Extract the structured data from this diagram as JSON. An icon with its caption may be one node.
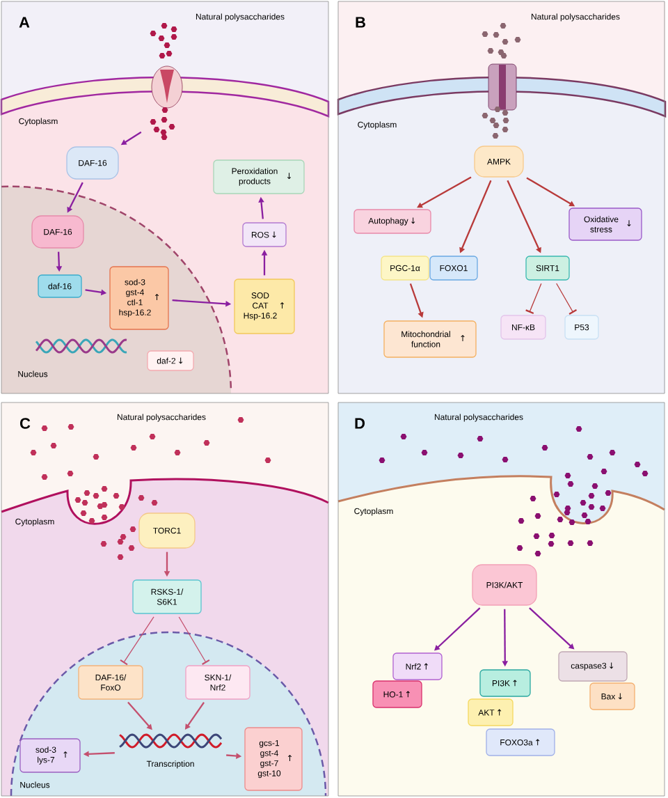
{
  "diagram": {
    "nodes": [
      {
        "text": [
          "A",
          "Natural polysaccharides",
          "Cytoplasm",
          "Nucleus"
        ]
      },
      {
        "text": [
          "DAF-16"
        ],
        "in": 0
      },
      {
        "text": [
          "DAF-16"
        ],
        "in": 0
      },
      {
        "text": [
          "daf-16"
        ],
        "in": 0
      },
      {
        "text": [
          "sod-3 gst-4 ctl-1 hsp-16.2",
          "↑"
        ],
        "in": 0
      },
      {
        "text": [
          "SOD CAT Hsp-16.2",
          "↑"
        ],
        "in": 0
      },
      {
        "text": [
          "ROS",
          "↓"
        ],
        "in": 0
      },
      {
        "text": [
          "Peroxidation products",
          "↓"
        ],
        "in": 0
      },
      {
        "text": [
          "daf-2",
          "↓"
        ],
        "in": 0
      },
      {
        "text": [
          "B",
          "Natural polysaccharides",
          "Cytoplasm"
        ]
      },
      {
        "text": [
          "AMPK"
        ],
        "in": 9
      },
      {
        "text": [
          "Autophagy",
          "↓"
        ],
        "in": 9
      },
      {
        "text": [
          "PGC-1α"
        ],
        "in": 9
      },
      {
        "text": [
          "FOXO1"
        ],
        "in": 9
      },
      {
        "text": [
          "SIRT1"
        ],
        "in": 9
      },
      {
        "text": [
          "Oxidative stress",
          "↓"
        ],
        "in": 9
      },
      {
        "text": [
          "Mitochondrial function",
          "↑"
        ],
        "in": 9
      },
      {
        "text": [
          "NF-κB"
        ],
        "in": 9
      },
      {
        "text": [
          "P53"
        ],
        "in": 9
      },
      {
        "text": [
          "C",
          "Natural polysaccharides",
          "Cytoplasm",
          "Nucleus"
        ]
      },
      {
        "text": [
          "TORC1"
        ],
        "in": 19
      },
      {
        "text": [
          "RSKS-1/ S6K1"
        ],
        "in": 19
      },
      {
        "text": [
          "DAF-16/ FoxO"
        ],
        "in": 19
      },
      {
        "text": [
          "SKN-1/ Nrf2"
        ],
        "in": 19
      },
      {
        "text": [
          "Transcription"
        ],
        "in": 19
      },
      {
        "text": [
          "sod-3 lys-7",
          "↑"
        ],
        "in": 19
      },
      {
        "text": [
          "gcs-1 gst-4 gst-7 gst-10",
          "↑"
        ],
        "in": 19
      },
      {
        "text": [
          "D",
          "Natural polysaccharides",
          "Cytoplasm"
        ]
      },
      {
        "text": [
          "PI3K/AKT"
        ],
        "in": 27
      },
      {
        "text": [
          "Nrf2",
          "↑"
        ],
        "in": 27
      },
      {
        "text": [
          "HO-1",
          "↑"
        ],
        "in": 27
      },
      {
        "text": [
          "PI3K",
          "↑"
        ],
        "in": 27
      },
      {
        "text": [
          "AKT",
          "↑"
        ],
        "in": 27
      },
      {
        "text": [
          "FOXO3a",
          "↑"
        ],
        "in": 27
      },
      {
        "text": [
          "caspase3",
          "↓"
        ],
        "in": 27
      },
      {
        "text": [
          "Bax",
          "↓"
        ],
        "in": 27
      }
    ],
    "edges": [
      {
        "from": null,
        "to": 1,
        "arrow": "to"
      },
      {
        "from": 1,
        "to": 2,
        "arrow": "to"
      },
      {
        "from": 2,
        "to": 3,
        "arrow": "to"
      },
      {
        "from": 3,
        "to": 4,
        "arrow": "to"
      },
      {
        "from": 4,
        "to": 5,
        "arrow": "to"
      },
      {
        "from": 5,
        "to": 6,
        "arrow": "to"
      },
      {
        "from": 6,
        "to": 7,
        "arrow": "to"
      },
      {
        "from": 10,
        "to": 11,
        "arrow": "to",
        "color": "#b83a3a"
      },
      {
        "from": 10,
        "to": 13,
        "arrow": "to",
        "color": "#b83a3a"
      },
      {
        "from": 10,
        "to": 14,
        "arrow": "to",
        "color": "#b83a3a"
      },
      {
        "from": 10,
        "to": 15,
        "arrow": "to",
        "color": "#b83a3a"
      },
      {
        "from": 12,
        "to": 16,
        "arrow": "to",
        "color": "#b83a3a"
      },
      {
        "from": 14,
        "to": 17,
        "arrow": "other",
        "color": "#b83a3a"
      },
      {
        "from": 14,
        "to": 18,
        "arrow": "other",
        "color": "#b83a3a"
      },
      {
        "from": 20,
        "to": 21,
        "arrow": "to",
        "color": "#c4506e"
      },
      {
        "from": 21,
        "to": 22,
        "arrow": "other",
        "color": "#c4506e"
      },
      {
        "from": 21,
        "to": 23,
        "arrow": "other",
        "color": "#c4506e"
      },
      {
        "from": 22,
        "to": 24,
        "arrow": "to",
        "color": "#c4506e"
      },
      {
        "from": 23,
        "to": 24,
        "arrow": "to",
        "color": "#c4506e"
      },
      {
        "from": 24,
        "to": 25,
        "arrow": "to",
        "color": "#c4506e"
      },
      {
        "from": 24,
        "to": 26,
        "arrow": "to",
        "color": "#c4506e"
      },
      {
        "from": 28,
        "to": 29,
        "arrow": "to"
      },
      {
        "from": 28,
        "to": 31,
        "arrow": "to"
      },
      {
        "from": 28,
        "to": 34,
        "arrow": "to"
      }
    ]
  }
}
